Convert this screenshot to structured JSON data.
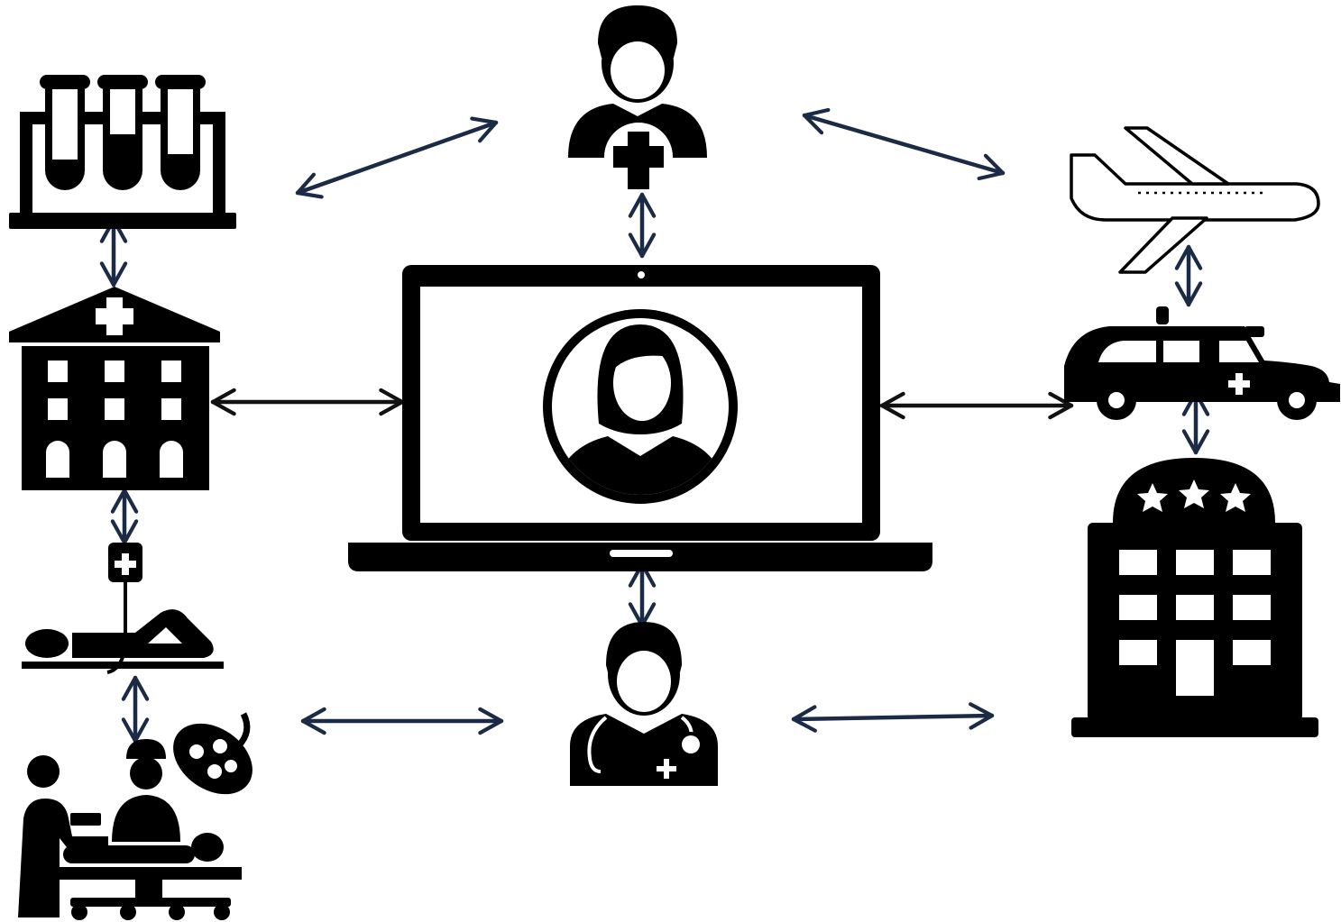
{
  "colors": {
    "icon_ink": "#000000",
    "background": "#ffffff",
    "connector_navy": "#1c2b45",
    "connector_black": "#111111"
  },
  "nodes": [
    {
      "id": "laboratory",
      "icon": "test-tubes-rack-icon"
    },
    {
      "id": "nurse",
      "icon": "nurse-medical-cross-icon"
    },
    {
      "id": "flight",
      "icon": "airplane-icon"
    },
    {
      "id": "hospital",
      "icon": "hospital-building-icon"
    },
    {
      "id": "telemedicine",
      "icon": "laptop-female-doctor-video-call-icon"
    },
    {
      "id": "ambulance",
      "icon": "ambulance-icon"
    },
    {
      "id": "inpatient",
      "icon": "patient-bed-iv-drip-icon"
    },
    {
      "id": "surgery",
      "icon": "surgery-team-operating-lamp-icon"
    },
    {
      "id": "doctor",
      "icon": "doctor-stethoscope-icon"
    },
    {
      "id": "hotel",
      "icon": "three-star-hotel-icon"
    }
  ],
  "connections": [
    {
      "from": "laboratory",
      "to": "nurse",
      "style": "navy"
    },
    {
      "from": "nurse",
      "to": "flight",
      "style": "navy"
    },
    {
      "from": "nurse",
      "to": "telemedicine",
      "style": "navy"
    },
    {
      "from": "laboratory",
      "to": "hospital",
      "style": "navy"
    },
    {
      "from": "flight",
      "to": "ambulance",
      "style": "navy"
    },
    {
      "from": "hospital",
      "to": "telemedicine",
      "style": "black"
    },
    {
      "from": "telemedicine",
      "to": "ambulance",
      "style": "black"
    },
    {
      "from": "ambulance",
      "to": "hotel",
      "style": "navy"
    },
    {
      "from": "hospital",
      "to": "inpatient",
      "style": "navy"
    },
    {
      "from": "telemedicine",
      "to": "doctor",
      "style": "navy"
    },
    {
      "from": "inpatient",
      "to": "surgery",
      "style": "navy"
    },
    {
      "from": "surgery",
      "to": "doctor",
      "style": "navy"
    },
    {
      "from": "doctor",
      "to": "hotel",
      "style": "navy"
    }
  ]
}
